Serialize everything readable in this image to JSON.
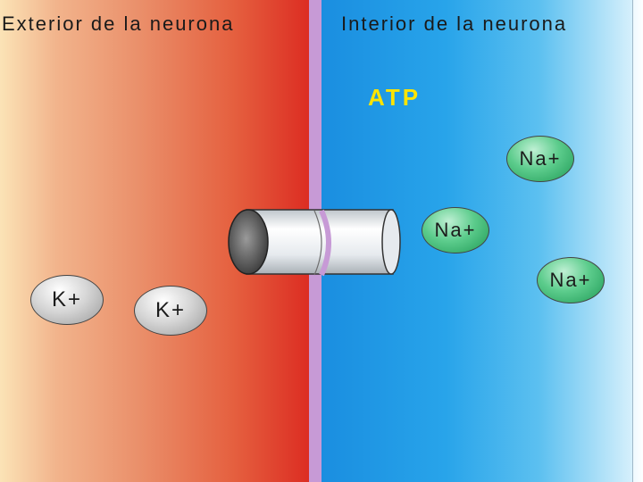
{
  "labels": {
    "exterior_title": "Exterior de la neurona",
    "interior_title": "Interior de la neurona",
    "atp": "ATP"
  },
  "ions": {
    "na": [
      "Na+",
      "Na+",
      "Na+"
    ],
    "k": [
      "K+",
      "K+"
    ]
  },
  "colors": {
    "exterior_gradient": [
      "#fbe3b6",
      "#dc2c22"
    ],
    "interior_gradient": [
      "#1a8ee0",
      "#d6f0fc"
    ],
    "membrane": "#c79ad6",
    "atp": "#ffe400",
    "sodium_ion": "#5ccc8c",
    "potassium_ion": "#d6d6d6"
  }
}
